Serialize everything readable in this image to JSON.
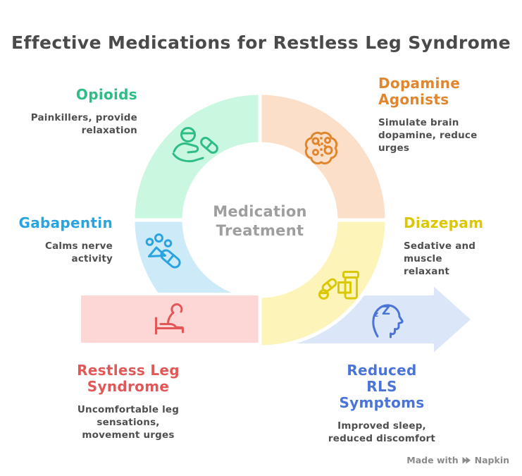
{
  "title": {
    "text": "Effective Medications for Restless Leg Syndrome",
    "color": "#4a4a4a"
  },
  "text": {
    "desc_color": "#4f4f4f"
  },
  "center": {
    "label": "Medication Treatment",
    "color": "#9e9e9e"
  },
  "nodes": {
    "opioids": {
      "label": "Opioids",
      "desc": "Painkillers, provide relaxation",
      "color": "#2ebd85",
      "fill": "#c9f7e0",
      "icon": "hand-with-pills-icon"
    },
    "dopamine": {
      "label": "Dopamine Agonists",
      "desc": "Simulate brain dopamine, reduce urges",
      "color": "#e0862e",
      "fill": "#fbdfc8",
      "icon": "brain-molecule-icon"
    },
    "gabapentin": {
      "label": "Gabapentin",
      "desc": "Calms nerve activity",
      "color": "#29a4e0",
      "fill": "#cdeaf9",
      "icon": "pills-icon"
    },
    "diazepam": {
      "label": "Diazepam",
      "desc": "Sedative and muscle relaxant",
      "color": "#dcc705",
      "fill": "#fcf4b8",
      "icon": "pill-bottle-icon"
    },
    "rls": {
      "label": "Restless Leg Syndrome",
      "desc": "Uncomfortable leg sensations, movement urges",
      "color": "#e25858",
      "fill": "#fdd6d6",
      "icon": "person-in-bed-icon"
    },
    "reduced": {
      "label": "Reduced RLS Symptoms",
      "desc": "Improved sleep, reduced discomfort",
      "color": "#4a74d8",
      "fill": "#dbe6f9",
      "icon": "sleeping-head-icon",
      "z_small": "z",
      "z_large": "Z"
    }
  },
  "watermark": {
    "prefix": "Made with",
    "brand": "Napkin",
    "color": "#8b8b8b"
  }
}
